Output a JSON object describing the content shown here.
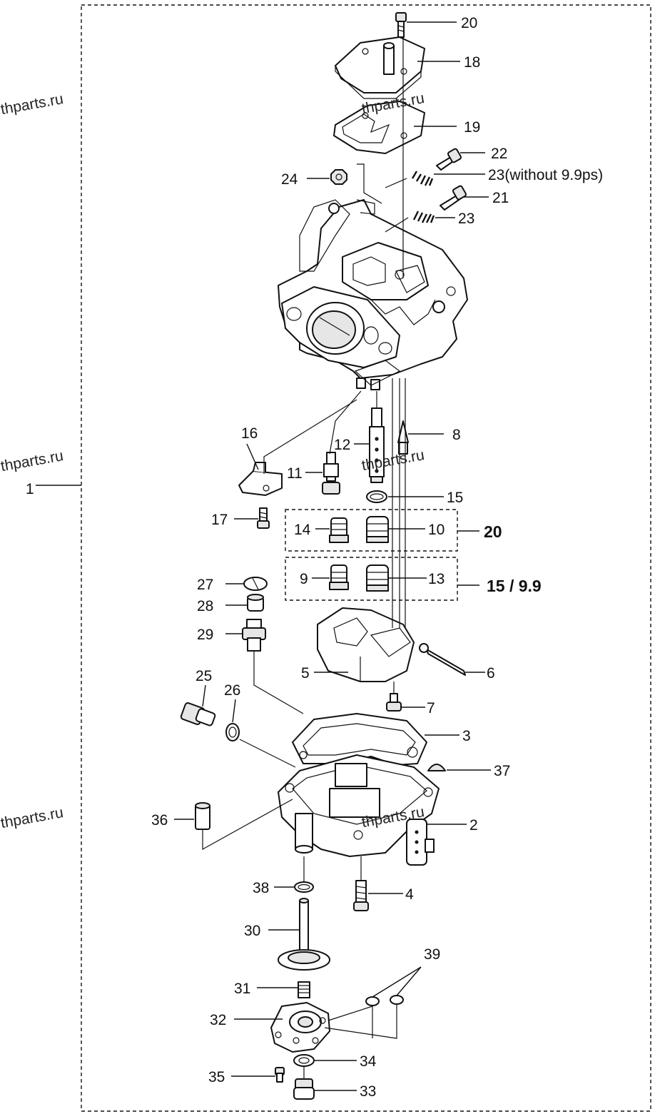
{
  "watermarks": [
    "thparts.ru",
    "thparts.ru",
    "thparts.ru",
    "thparts.ru",
    "thparts.ru",
    "thparts.ru"
  ],
  "callouts": {
    "c1": "1",
    "c2": "2",
    "c3": "3",
    "c4": "4",
    "c5": "5",
    "c6": "6",
    "c7": "7",
    "c8": "8",
    "c9": "9",
    "c10": "10",
    "c11": "11",
    "c12": "12",
    "c13": "13",
    "c14": "14",
    "c15": "15",
    "c16": "16",
    "c17": "17",
    "c18": "18",
    "c19": "19",
    "c20": "20",
    "c21": "21",
    "c22": "22",
    "c23a": "23(without 9.9ps)",
    "c23b": "23",
    "c24": "24",
    "c25": "25",
    "c26": "26",
    "c27": "27",
    "c28": "28",
    "c29": "29",
    "c30": "30",
    "c31": "31",
    "c32": "32",
    "c33": "33",
    "c34": "34",
    "c35": "35",
    "c36": "36",
    "c37": "37",
    "c38": "38",
    "c39": "39"
  },
  "kit_labels": {
    "kit_20": "20",
    "kit_15_99": "15 / 9.9"
  },
  "colors": {
    "line": "#111111",
    "background": "#ffffff"
  }
}
